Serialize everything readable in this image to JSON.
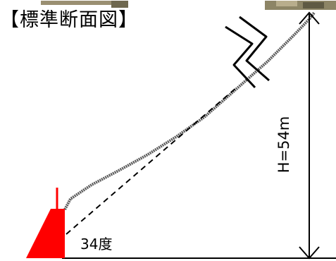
{
  "title": "【標準断面図】",
  "labels": {
    "angle": "34度",
    "height": "H=54m"
  },
  "colors": {
    "wall": "#ff0000",
    "lines": "#000000",
    "slope": "#5a5a5a"
  }
}
